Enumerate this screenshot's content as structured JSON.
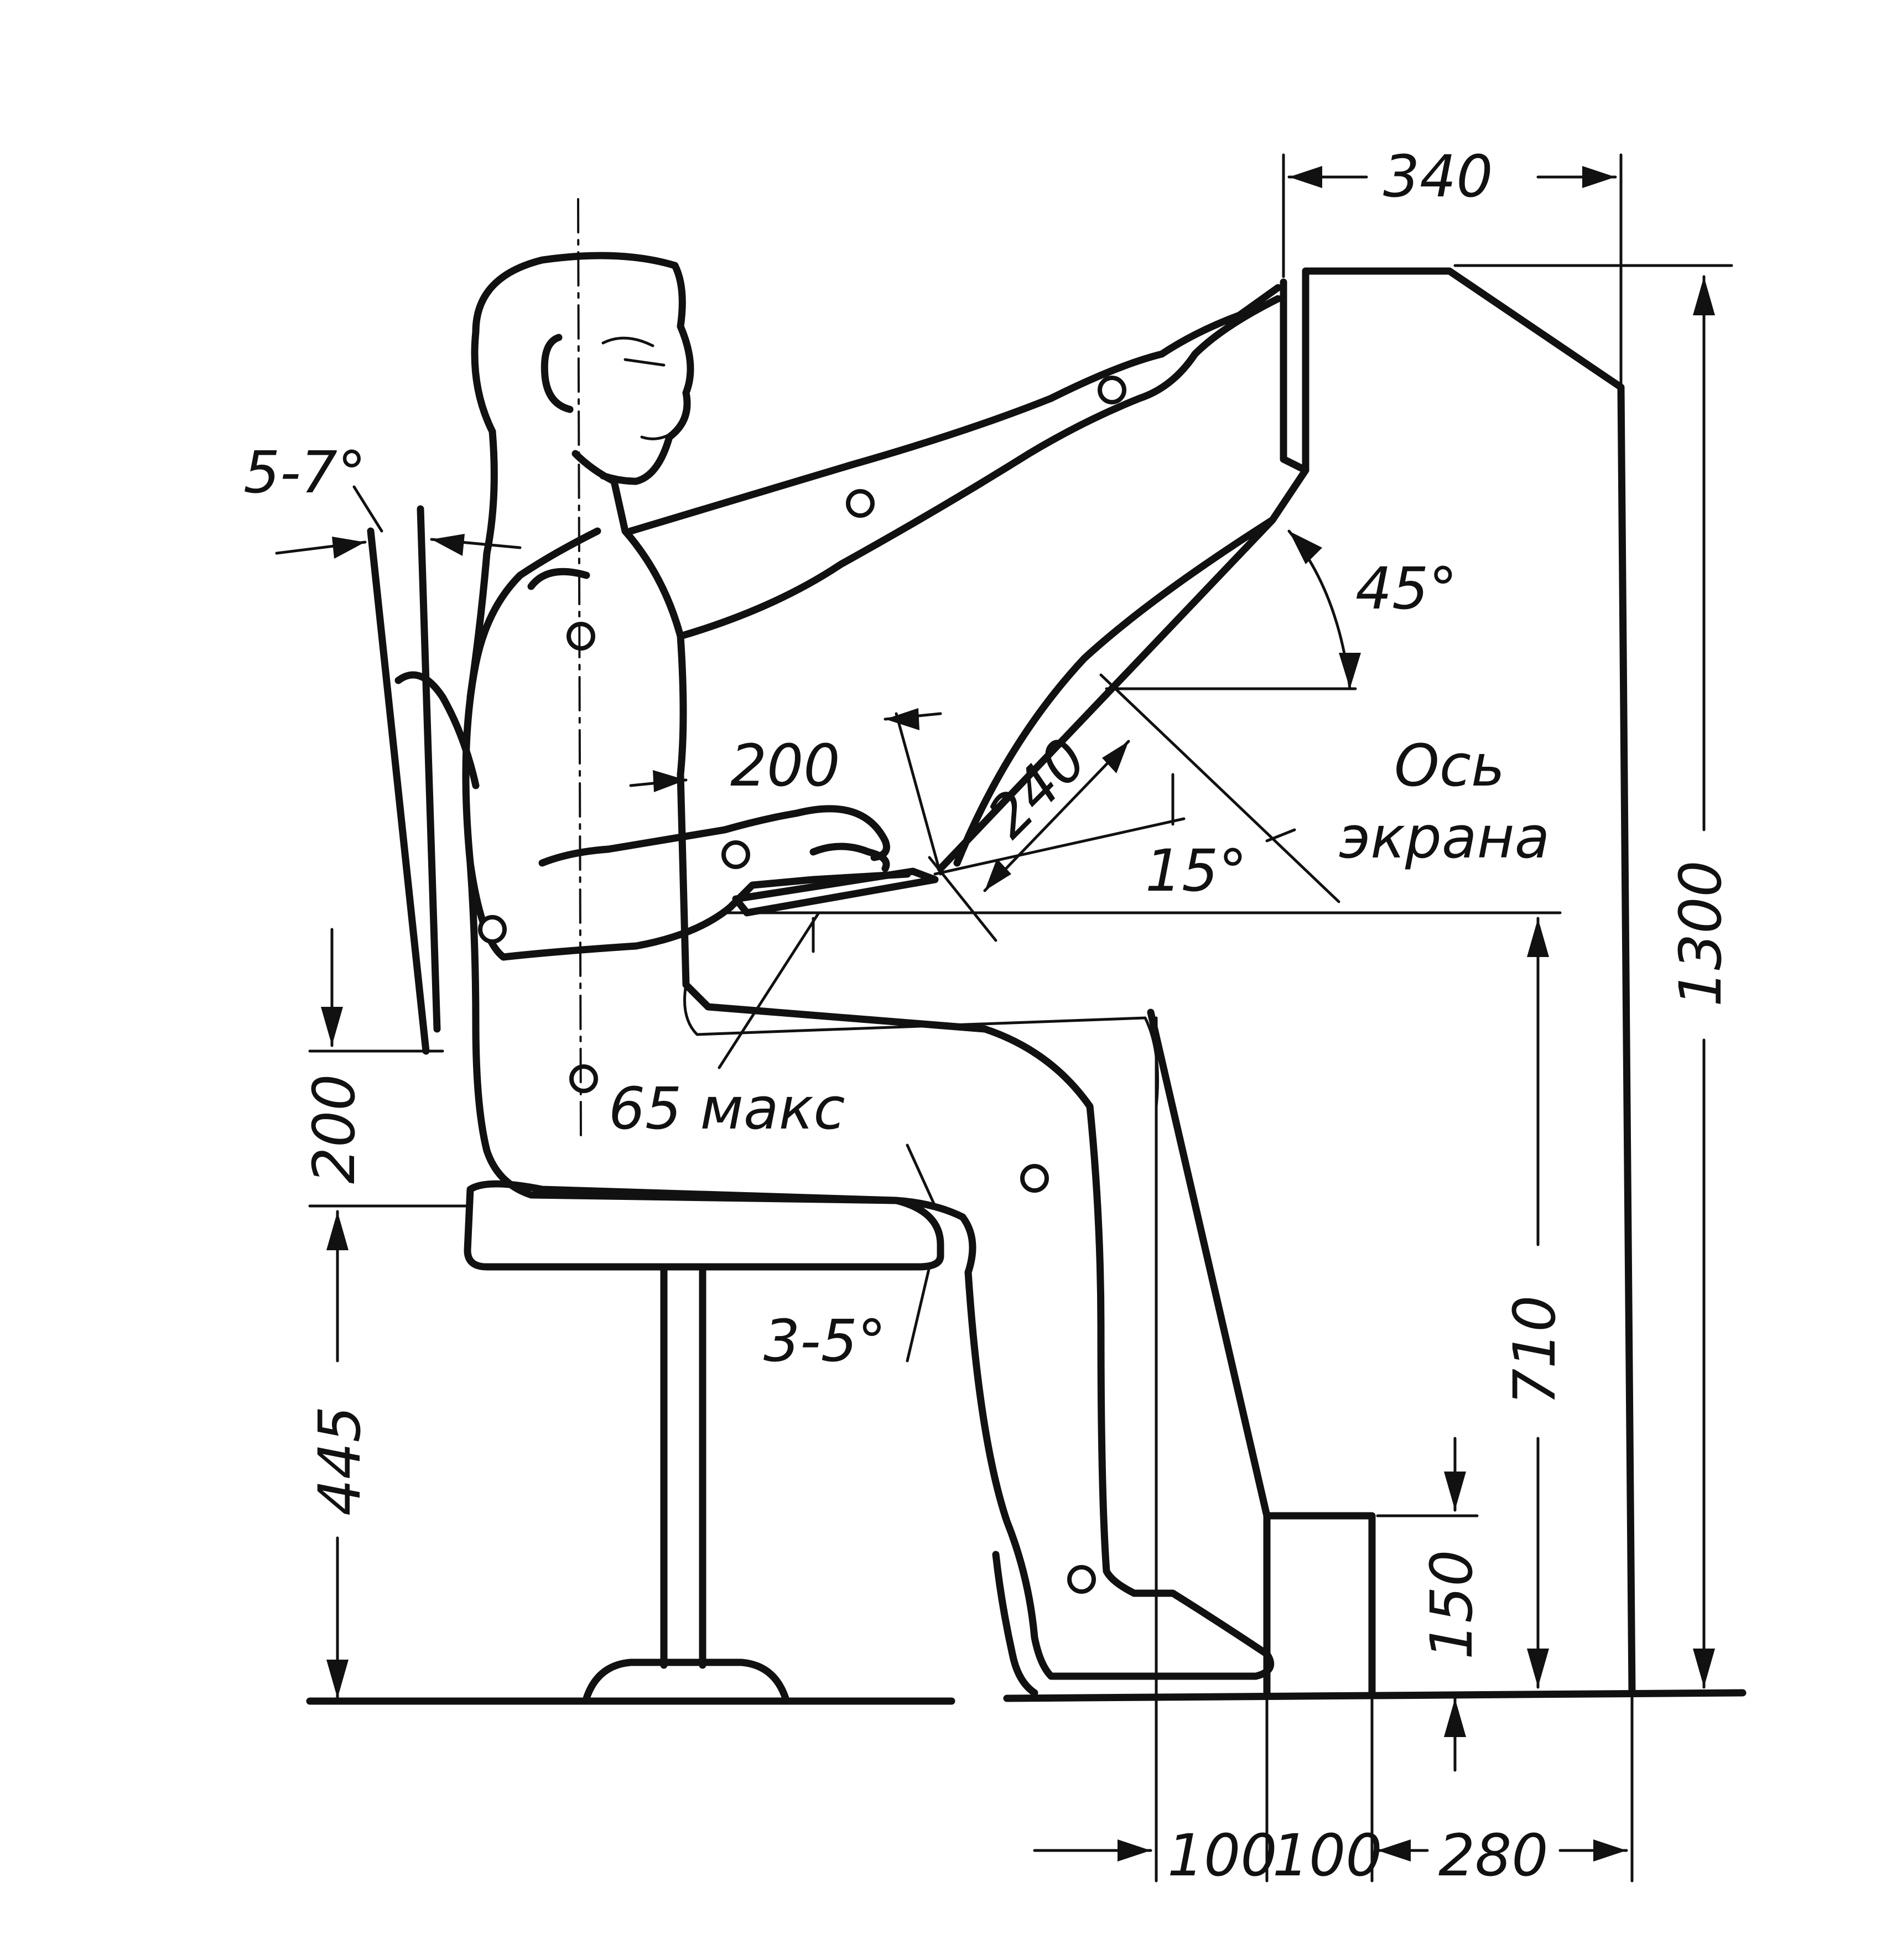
{
  "diagram": {
    "labels": {
      "top_width": "340",
      "total_height": "1300",
      "table_height": "710",
      "footrest_height": "150",
      "seat_height": "445",
      "backrest_height": "200",
      "hand_distance": "200",
      "keyboard_distance": "240",
      "screen_angle": "45°",
      "keyboard_angle": "15°",
      "seat_tilt": "3-5°",
      "back_tilt": "5-7°",
      "thigh_clearance": "65 макс",
      "axis_line1": "Ось",
      "axis_line2": "экрана",
      "bottom_dim_1": "100",
      "bottom_dim_2": "100",
      "bottom_dim_3": "280"
    }
  }
}
